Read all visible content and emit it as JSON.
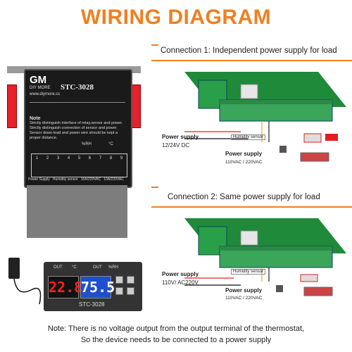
{
  "title": "WIRING DIAGRAM",
  "connections": [
    {
      "label": "Connection 1: Independent power supply for load",
      "power_supply_label": "Power supply",
      "power_supply_value": "12/24V DC",
      "humidity_sensor": "Humidity sensor",
      "load_power_label": "Power supply",
      "load_power_value": "110VAC / 220VAC"
    },
    {
      "label": "Connection 2: Same power supply for load",
      "power_supply_label": "Power supply",
      "power_supply_value": "110V/ AC220V",
      "humidity_sensor": "Humidity sensor",
      "load_power_label": "Power supply",
      "load_power_value": "110VAC / 220VAC"
    }
  ],
  "device": {
    "brand": "DIY MORE",
    "logo": "GM",
    "site": "www.diymore.cc",
    "model": "STC-3028",
    "notes": [
      "Strictly distinguish interface of relay,sensor and power.",
      "Strictly distinguish connection of sensor and power.",
      "Sensor down-lead and power wire should be kept a proper distance."
    ],
    "note_label": "Note",
    "rh": "%RH",
    "celsius": "°C",
    "terminals": [
      "1",
      "2",
      "3",
      "4",
      "5",
      "6",
      "7",
      "8",
      "9"
    ],
    "terminal_labels": [
      "Power Supply",
      "Humidity sensor",
      "10A/220VAC",
      "10A/220VAC"
    ]
  },
  "thermostat": {
    "temp": "22.8",
    "humidity": "75.5",
    "model": "STC-3028",
    "out": "OUT",
    "c": "°C",
    "rh": "%RH"
  },
  "note_line1": "Note: There is no voltage output from the output terminal of the thermostat,",
  "note_line2": "So the device needs to be connected to a power supply"
}
